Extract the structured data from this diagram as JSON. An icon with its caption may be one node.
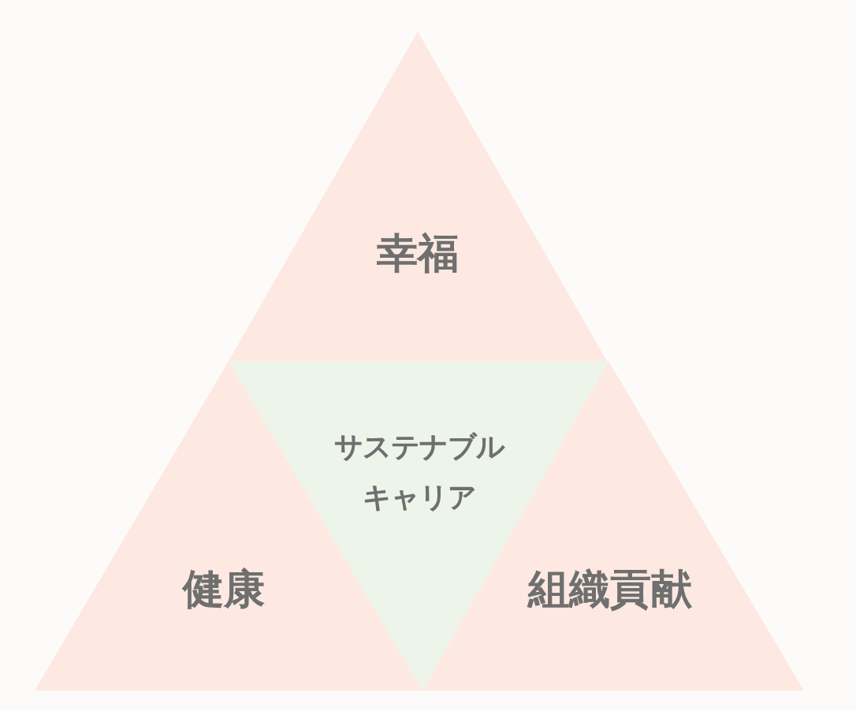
{
  "diagram": {
    "nodes": [
      {
        "text": [
          "幸福"
        ]
      },
      {
        "text": [
          "サステナブルキャリア"
        ]
      },
      {
        "text": [
          "健康"
        ]
      },
      {
        "text": [
          "組織貢献"
        ]
      }
    ]
  }
}
